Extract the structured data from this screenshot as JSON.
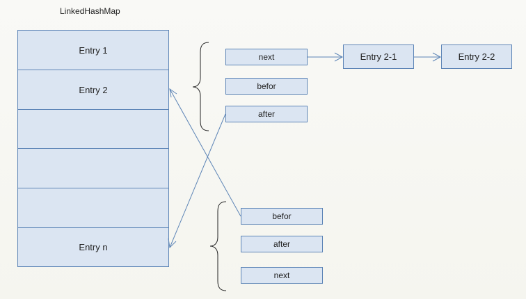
{
  "title": "LinkedHashMap",
  "table": {
    "entries": [
      "Entry 1",
      "Entry 2",
      "",
      "",
      "",
      "Entry n"
    ]
  },
  "group_top": {
    "next": "next",
    "befor": "befor",
    "after": "after"
  },
  "chain": {
    "entry_2_1": "Entry 2-1",
    "entry_2_2": "Entry 2-2"
  },
  "group_bottom": {
    "befor": "befor",
    "after": "after",
    "next": "next"
  },
  "colors": {
    "fill": "#dbe5f2",
    "border": "#5c84b6",
    "arrow": "#5c84b6",
    "brace": "#222222"
  }
}
